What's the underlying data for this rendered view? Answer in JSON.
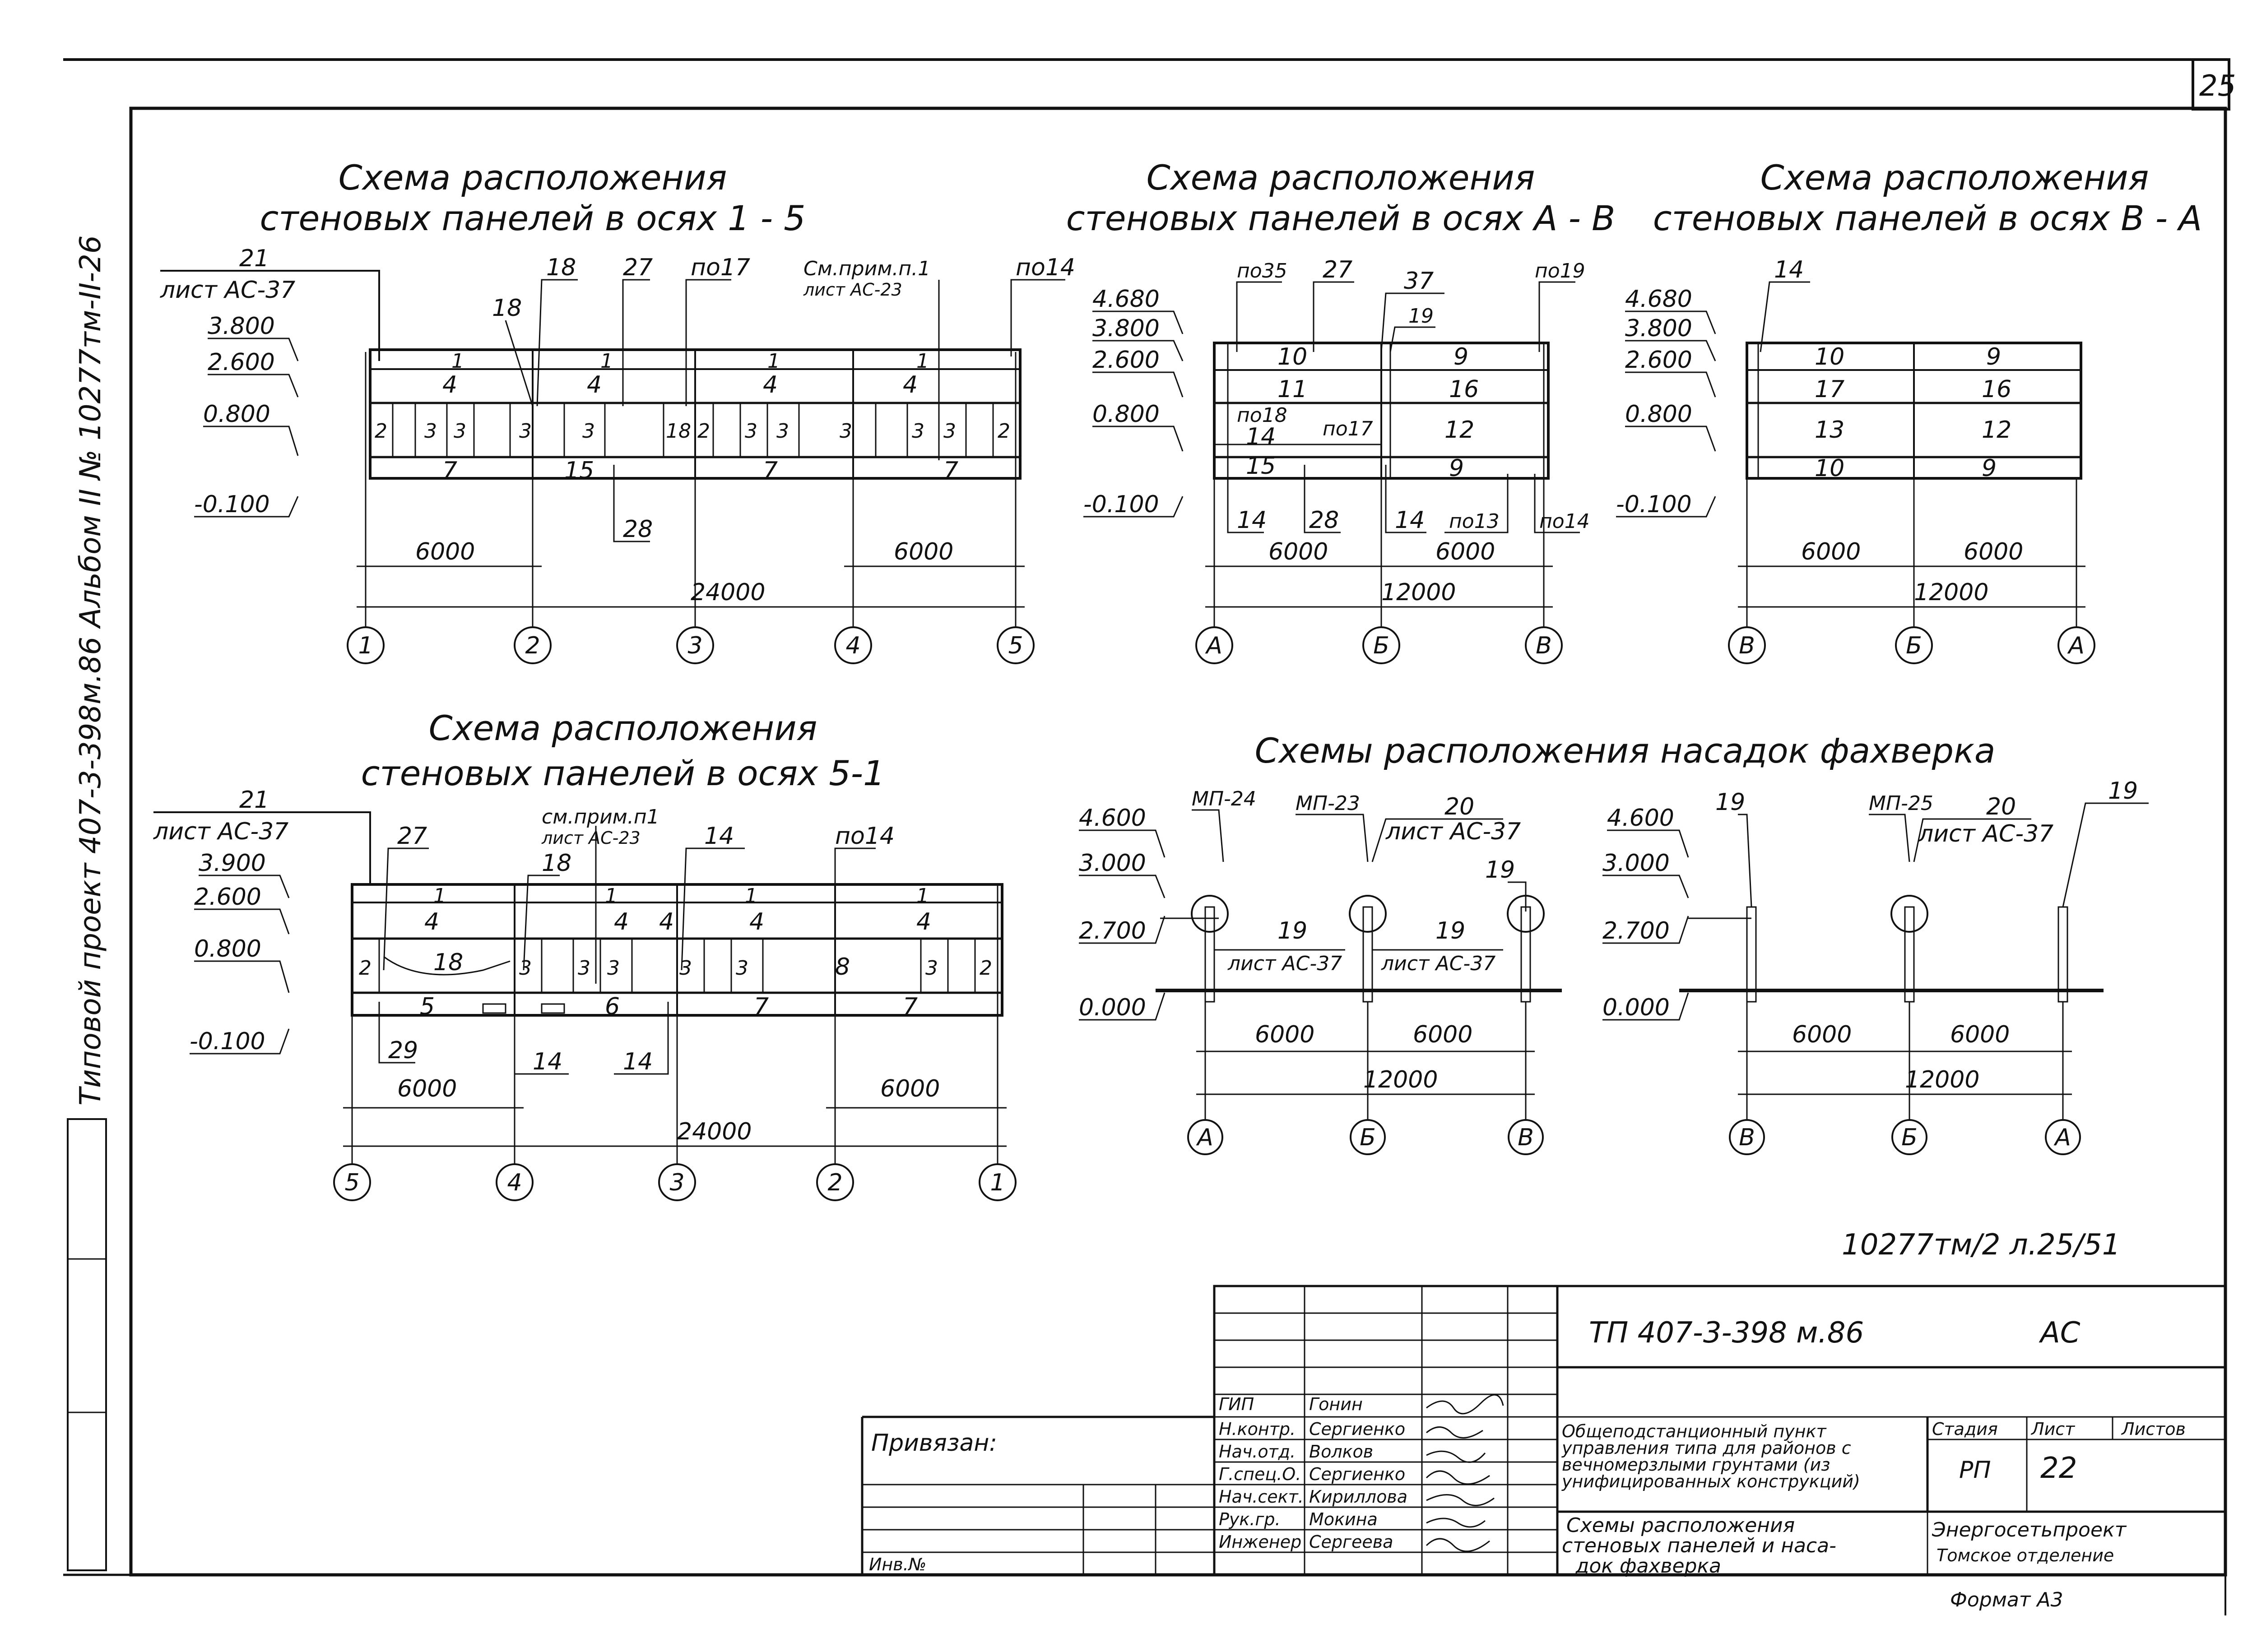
{
  "page_number": "25",
  "side_stamp": "Типовой проект 407-3-398м.86 Альбом II № 10277тм-II-26",
  "registration_note": "10277тм/2 л.25/51",
  "format_label": "Формат А3",
  "schemes": {
    "s1": {
      "title_1": "Схема расположения",
      "title_2": "стеновых панелей в осях 1 - 5",
      "sheet_ref_num": "21",
      "sheet_ref": "лист АС-37",
      "marks": [
        "18",
        "18",
        "27",
        "по17",
        "по14"
      ],
      "note_ref_1": "См.прим.п.1",
      "note_ref_2": "лист АС-23",
      "elevations": [
        "3.800",
        "2.600",
        "0.800",
        "-0.100"
      ],
      "panels_row1": [
        "1",
        "1",
        "1",
        "1"
      ],
      "panels_row2": [
        "4",
        "4",
        "4",
        "4"
      ],
      "panels_row3": [
        "2",
        "3",
        "3",
        "3",
        "3",
        "18",
        "2",
        "3",
        "3",
        "3",
        "3",
        "3",
        "2"
      ],
      "panels_row4": [
        "7",
        "15",
        "7",
        "7"
      ],
      "bottom_mark": "28",
      "dims": [
        "6000",
        "6000",
        "24000"
      ],
      "axes": [
        "1",
        "2",
        "3",
        "4",
        "5"
      ]
    },
    "s2": {
      "title_1": "Схема расположения",
      "title_2": "стеновых панелей в осях А - В",
      "top_marks": [
        "по35",
        "27",
        "37",
        "19",
        "по19"
      ],
      "elevations": [
        "4.680",
        "3.800",
        "2.600",
        "0.800",
        "-0.100"
      ],
      "panels": [
        "10",
        "9",
        "11",
        "16",
        "по18",
        "14",
        "по17",
        "12",
        "15",
        "9"
      ],
      "bottom_marks": [
        "14",
        "28",
        "14",
        "по13",
        "по14"
      ],
      "dims": [
        "6000",
        "6000",
        "12000"
      ],
      "axes": [
        "А",
        "Б",
        "В"
      ]
    },
    "s3": {
      "title_1": "Схема расположения",
      "title_2": "стеновых панелей в осях В - А",
      "top_mark": "14",
      "elevations": [
        "4.680",
        "3.800",
        "2.600",
        "0.800",
        "-0.100"
      ],
      "panels": [
        "10",
        "9",
        "17",
        "16",
        "13",
        "12",
        "10",
        "9"
      ],
      "dims": [
        "6000",
        "6000",
        "12000"
      ],
      "axes": [
        "В",
        "Б",
        "А"
      ]
    },
    "s4": {
      "title_1": "Схема расположения",
      "title_2": "стеновых панелей в осях 5-1",
      "sheet_ref_num": "21",
      "sheet_ref": "лист АС-37",
      "marks": [
        "27",
        "18",
        "14",
        "по14"
      ],
      "note_ref_1": "см.прим.п1",
      "note_ref_2": "лист АС-23",
      "elevations": [
        "3.900",
        "2.600",
        "0.800",
        "-0.100"
      ],
      "panels_row1": [
        "1",
        "1",
        "1",
        "1"
      ],
      "panels_row2": [
        "4",
        "4",
        "4",
        "4",
        "4"
      ],
      "panels_row3": [
        "2",
        "18",
        "3",
        "3",
        "3",
        "3",
        "3",
        "8",
        "3",
        "2"
      ],
      "panels_row4": [
        "5",
        "6",
        "7",
        "7"
      ],
      "bottom_marks": [
        "29",
        "14",
        "14"
      ],
      "dims": [
        "6000",
        "6000",
        "24000"
      ],
      "axes": [
        "5",
        "4",
        "3",
        "2",
        "1"
      ]
    },
    "s5": {
      "title": "Схемы расположения насадок фахверка",
      "left": {
        "marks": [
          "МП-24",
          "МП-23",
          "20",
          "лист АС-37",
          "19"
        ],
        "lower_marks": [
          "19",
          "лист АС-37",
          "19",
          "лист АС-37"
        ],
        "elevations": [
          "4.600",
          "3.000",
          "2.700",
          "0.000"
        ],
        "dims": [
          "6000",
          "6000",
          "12000"
        ],
        "axes": [
          "А",
          "Б",
          "В"
        ]
      },
      "right": {
        "marks": [
          "19",
          "МП-25",
          "20",
          "лист АС-37",
          "19"
        ],
        "elevations": [
          "4.600",
          "3.000",
          "2.700",
          "0.000"
        ],
        "dims": [
          "6000",
          "6000",
          "12000"
        ],
        "axes": [
          "В",
          "Б",
          "А"
        ]
      }
    }
  },
  "title_block": {
    "project_code": "ТП 407-3-398 м.86",
    "mark": "АС",
    "attached_label": "Привязан:",
    "inv_label": "Инв.№",
    "roles": [
      "ГИП",
      "Н.контр.",
      "Нач.отд.",
      "Г.спец.О.",
      "Нач.сект.",
      "Рук.гр.",
      "Инженер"
    ],
    "names": [
      "Гонин",
      "Сергиенко",
      "Волков",
      "Сергиенко",
      "Кириллова",
      "Мокина",
      "Сергеева"
    ],
    "object_desc": [
      "Общеподстанционный пункт",
      "управления типа для районов с",
      "вечномерзлыми грунтами (из",
      "унифицированных конструкций)"
    ],
    "sheet_title": [
      "Схемы расположения",
      "стеновых панелей и наса-",
      "док фахверка"
    ],
    "stage_header": "Стадия",
    "sheet_header": "Лист",
    "sheets_header": "Листов",
    "stage": "РП",
    "sheet": "22",
    "org_1": "Энергосетьпроект",
    "org_2": "Томское отделение"
  }
}
